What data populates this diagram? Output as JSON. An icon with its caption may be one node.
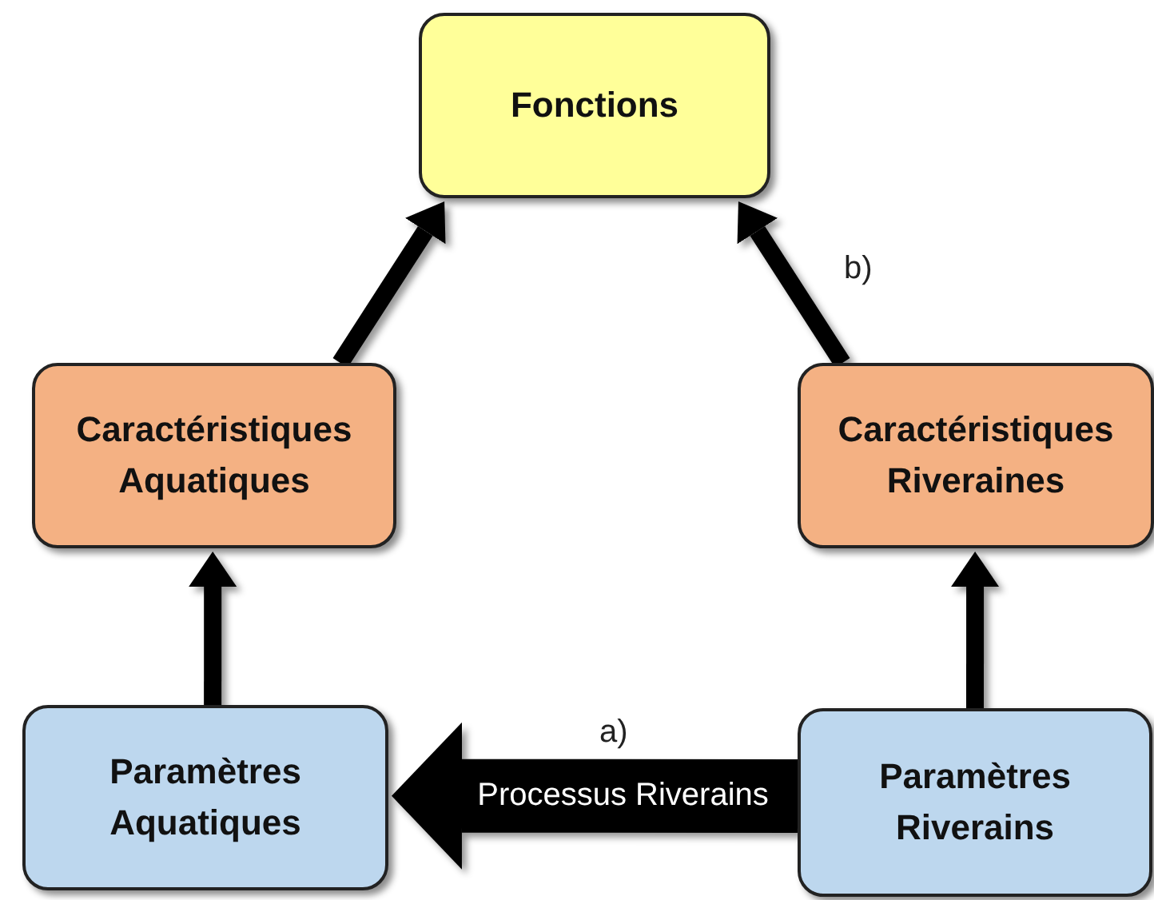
{
  "diagram": {
    "nodes": [
      {
        "text": [
          "Fonctions"
        ]
      },
      {
        "text": [
          "Caractéristiques Aquatiques"
        ]
      },
      {
        "text": [
          "Caractéristiques Riveraines"
        ]
      },
      {
        "text": [
          "Paramètres Aquatiques"
        ]
      },
      {
        "text": [
          "Paramètres Riverains"
        ]
      }
    ],
    "edges": [
      {
        "from": 1,
        "to": 0,
        "arrow": "to"
      },
      {
        "from": 2,
        "to": 0,
        "arrow": "to"
      },
      {
        "from": 3,
        "to": 1,
        "arrow": "to"
      },
      {
        "from": 4,
        "to": 2,
        "arrow": "to"
      },
      {
        "from": 4,
        "to": 3,
        "arrow": "to",
        "label": "Processus Riverains",
        "style": "thick"
      }
    ],
    "labels": [
      "b)",
      "a)"
    ]
  }
}
